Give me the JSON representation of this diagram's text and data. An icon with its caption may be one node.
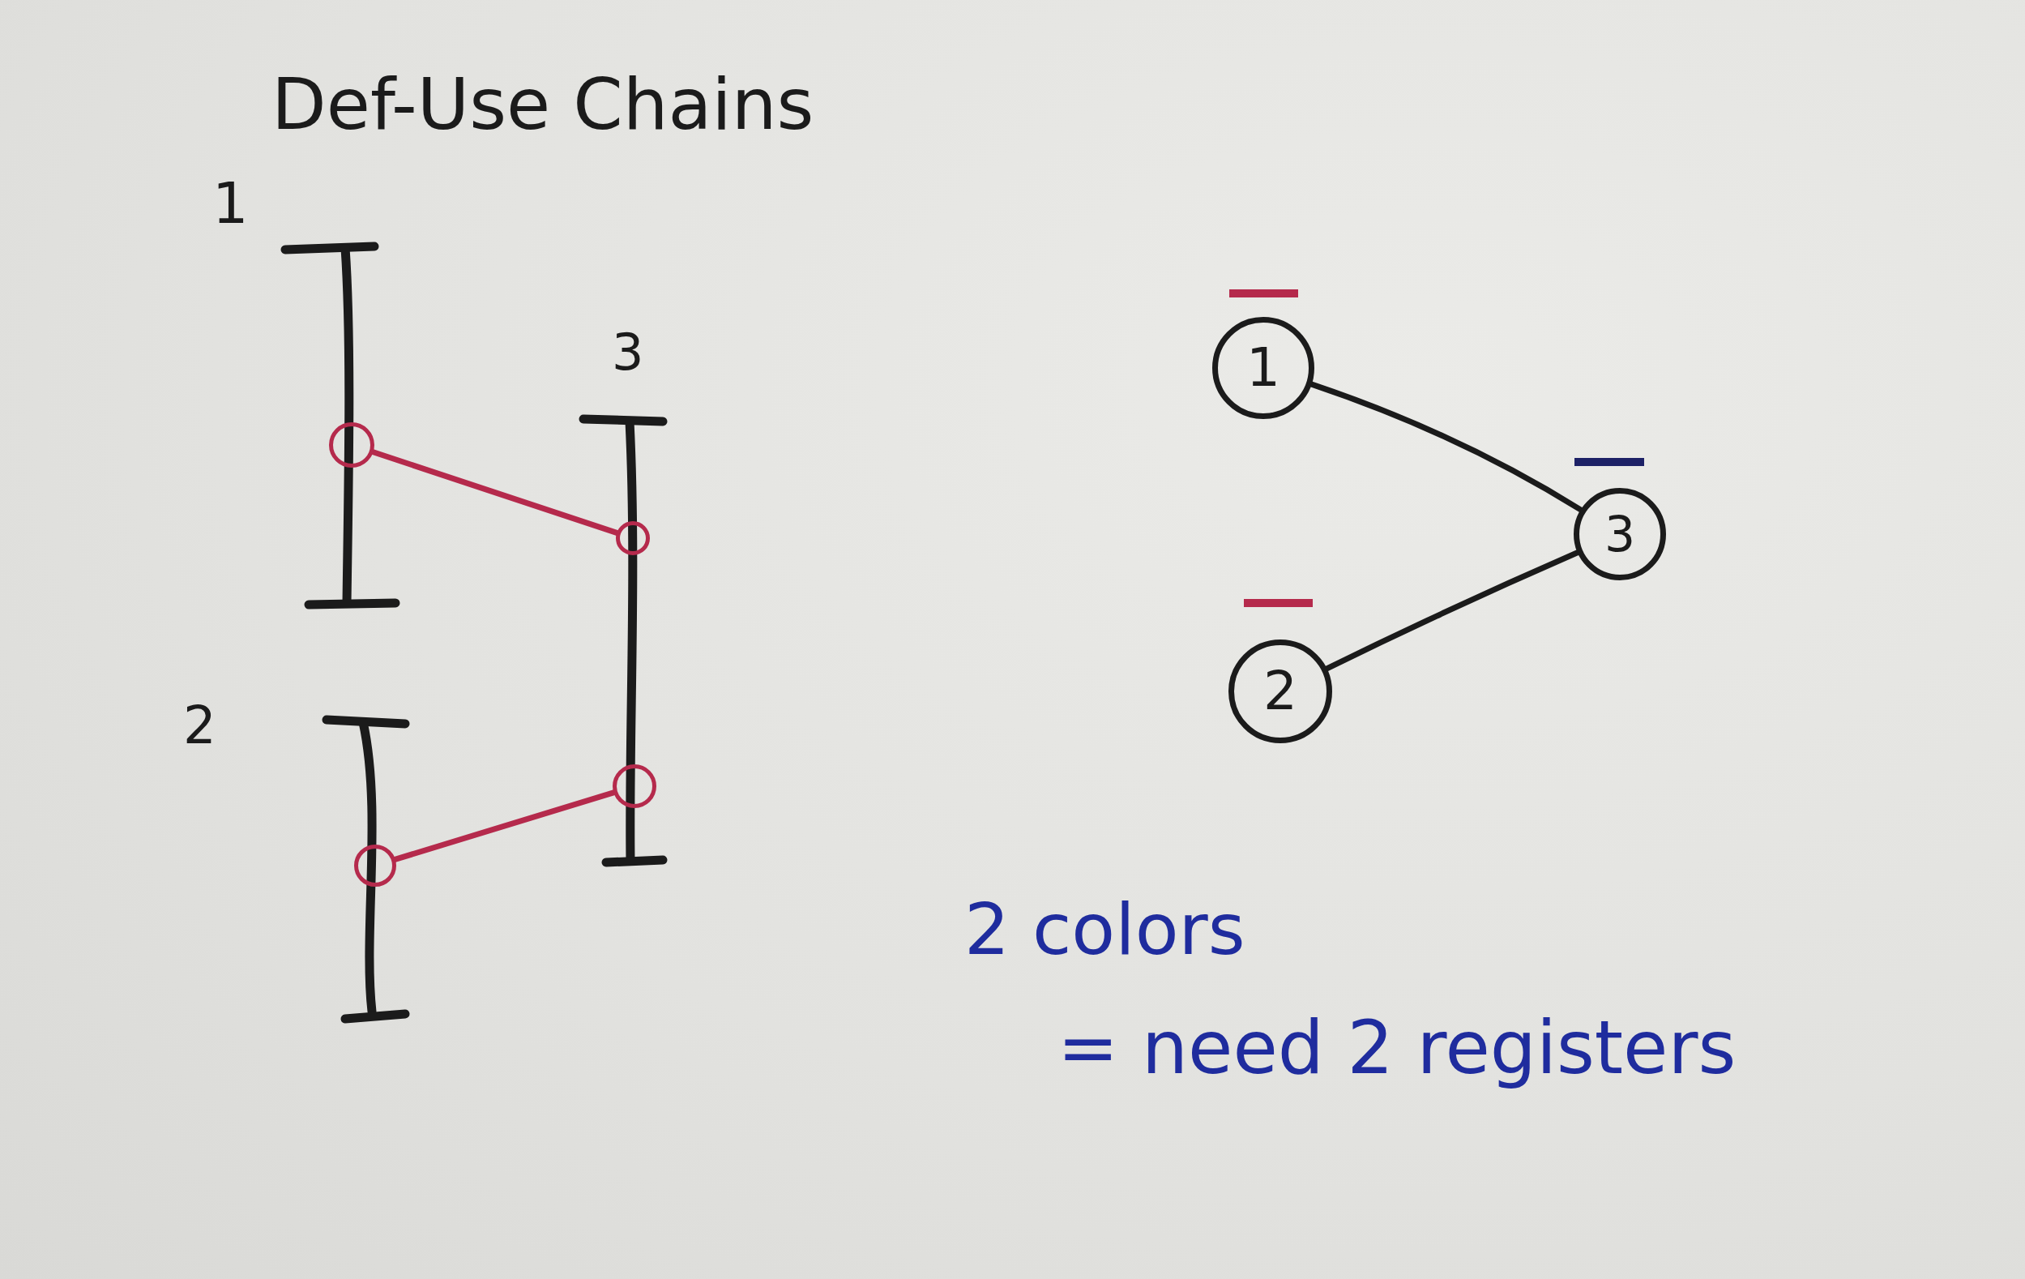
{
  "diagram": {
    "title": "Def-Use Chains",
    "nodes": [
      {
        "text": [
          "1"
        ]
      },
      {
        "text": [
          "3"
        ]
      },
      {
        "text": [
          "2"
        ]
      },
      {
        "text": [],
        "shape": "circle",
        "in": 0
      },
      {
        "text": [],
        "shape": "circle",
        "in": 1
      },
      {
        "text": [],
        "shape": "circle",
        "in": 1
      },
      {
        "text": [],
        "shape": "circle",
        "in": 2
      },
      {
        "text": [
          "1"
        ]
      },
      {
        "text": [
          "3"
        ]
      },
      {
        "text": [
          "2"
        ]
      }
    ],
    "edges": [
      {
        "from": 3,
        "to": 4,
        "arrow": "none",
        "color": "#b52a4c"
      },
      {
        "from": 6,
        "to": 5,
        "arrow": "none",
        "color": "#b52a4c"
      },
      {
        "from": 7,
        "to": 8,
        "arrow": "none",
        "color": "#1b1b1b"
      },
      {
        "from": 9,
        "to": 8,
        "arrow": "none",
        "color": "#1b1b1b"
      }
    ],
    "labels": [
      "2 colors",
      "= need 2 registers"
    ]
  }
}
